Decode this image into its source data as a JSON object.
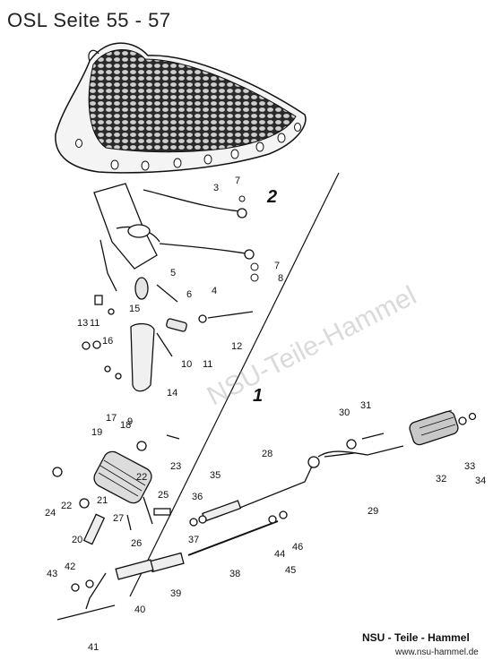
{
  "page": {
    "title": "OSL Seite 55 - 57",
    "brand": "NSU - Teile - Hammel",
    "url": "www.nsu-hammel.de",
    "watermark": "NSU-Teile-Hammel"
  },
  "groups": [
    "1",
    "2"
  ],
  "part_labels": [
    "2",
    "3",
    "4",
    "5",
    "6",
    "7",
    "8",
    "9",
    "10",
    "11",
    "12",
    "13",
    "14",
    "15",
    "16",
    "17",
    "18",
    "19",
    "20",
    "21",
    "22",
    "23",
    "24",
    "25",
    "26",
    "27",
    "28",
    "29",
    "30",
    "31",
    "32",
    "33",
    "34",
    "35",
    "36",
    "37",
    "38",
    "39",
    "40",
    "41",
    "42",
    "43",
    "44",
    "45",
    "46"
  ],
  "colors": {
    "ink": "#111111",
    "watermark": "#969696",
    "background": "#ffffff"
  },
  "icons": [
    "saddle-icon",
    "spring-icon",
    "footrest-icon",
    "brake-rod-icon"
  ]
}
